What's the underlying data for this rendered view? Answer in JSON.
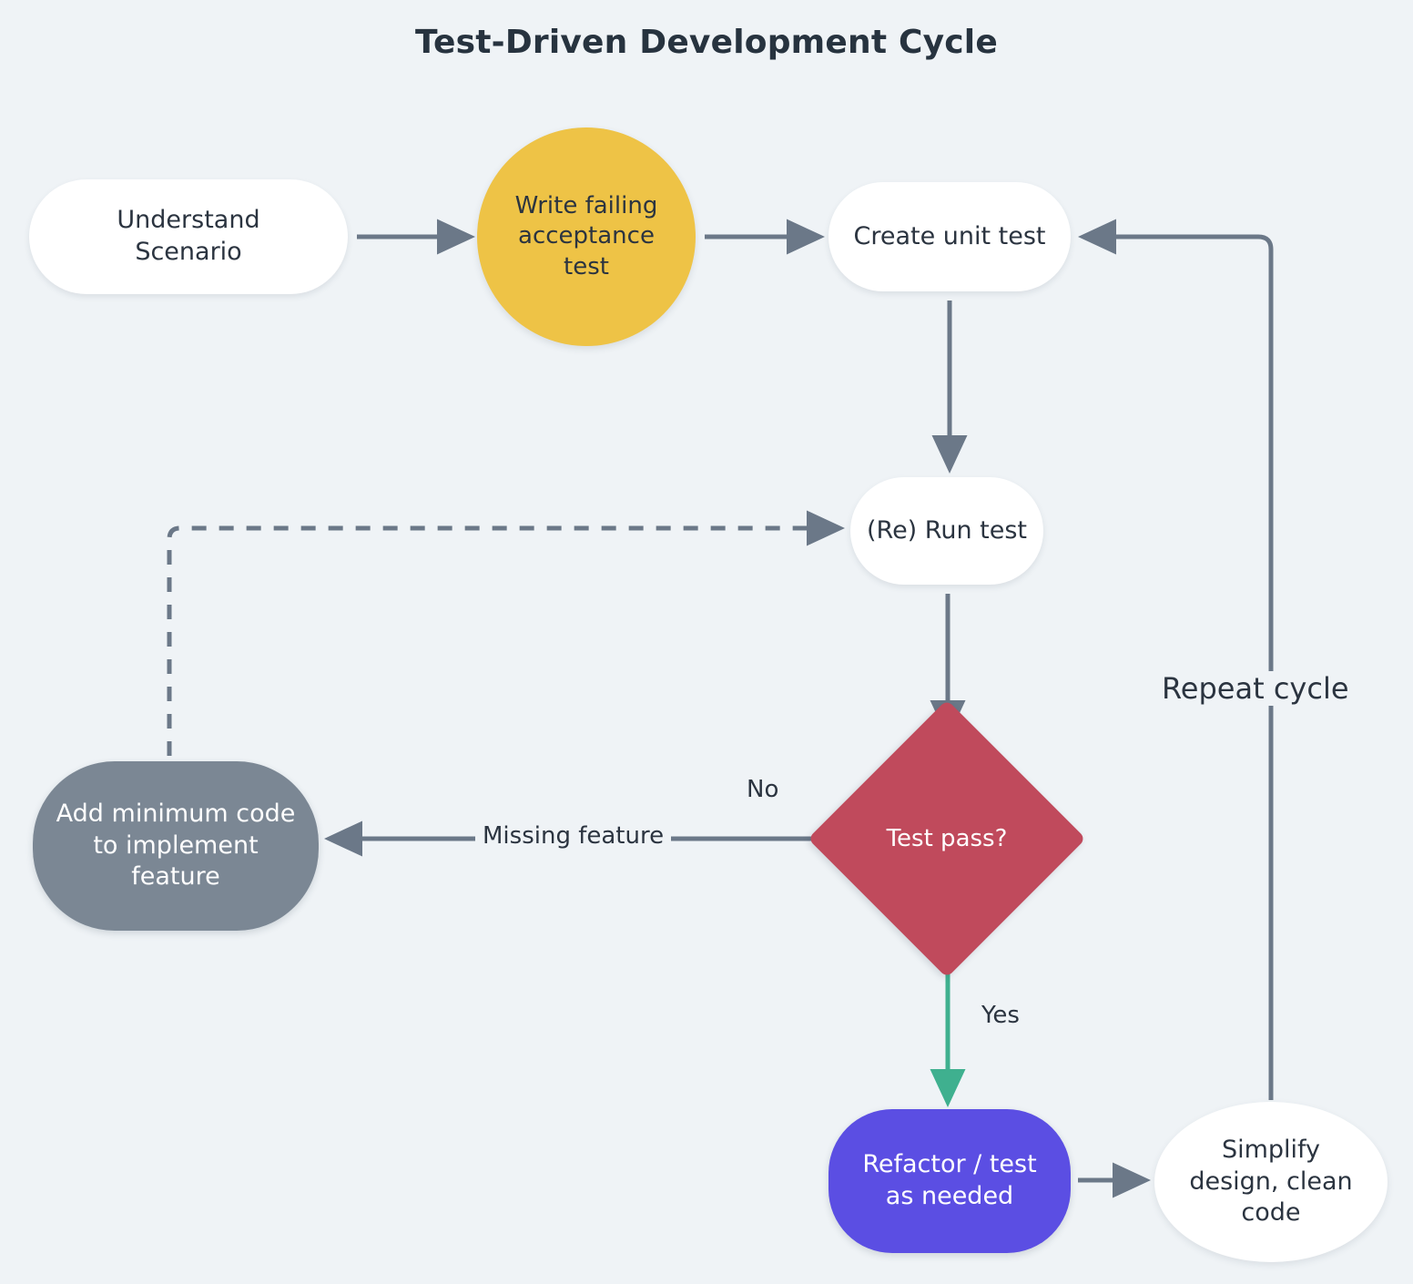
{
  "title": "Test-Driven Development Cycle",
  "background_color": "#eff3f6",
  "nodes": {
    "understand": {
      "label": "Understand\nScenario",
      "shape": "stadium",
      "fill": "#ffffff",
      "text_color": "#2b3440"
    },
    "write": {
      "label": "Write failing\nacceptance\ntest",
      "shape": "circle",
      "fill": "#eec346",
      "text_color": "#2b3440"
    },
    "create_unit": {
      "label": "Create unit test",
      "shape": "stadium",
      "fill": "#ffffff",
      "text_color": "#2b3440"
    },
    "rerun": {
      "label": "(Re) Run test",
      "shape": "stadium",
      "fill": "#ffffff",
      "text_color": "#2b3440"
    },
    "test_pass": {
      "label": "Test pass?",
      "shape": "diamond",
      "fill": "#c04a5c",
      "text_color": "#ffffff"
    },
    "add_minimum": {
      "label": "Add minimum code\nto implement\nfeature",
      "shape": "stadium",
      "fill": "#7b8794",
      "text_color": "#ffffff"
    },
    "refactor": {
      "label": "Refactor / test\nas needed",
      "shape": "stadium",
      "fill": "#5b4ee3",
      "text_color": "#ffffff"
    },
    "simplify": {
      "label": "Simplify\ndesign, clean\ncode",
      "shape": "ellipse",
      "fill": "#ffffff",
      "text_color": "#2b3440"
    }
  },
  "edge_labels": {
    "no": "No",
    "missing_feature": "Missing feature",
    "yes": "Yes",
    "repeat_cycle": "Repeat cycle"
  },
  "edges": [
    {
      "from": "understand",
      "to": "write",
      "style": "solid",
      "color": "#6b7888",
      "label": ""
    },
    {
      "from": "write",
      "to": "create_unit",
      "style": "solid",
      "color": "#6b7888",
      "label": ""
    },
    {
      "from": "create_unit",
      "to": "rerun",
      "style": "solid",
      "color": "#6b7888",
      "label": ""
    },
    {
      "from": "rerun",
      "to": "test_pass",
      "style": "solid",
      "color": "#6b7888",
      "label": ""
    },
    {
      "from": "test_pass",
      "to": "add_minimum",
      "style": "solid",
      "color": "#6b7888",
      "label": "Missing feature / No"
    },
    {
      "from": "add_minimum",
      "to": "rerun",
      "style": "dashed",
      "color": "#6b7888",
      "label": ""
    },
    {
      "from": "test_pass",
      "to": "refactor",
      "style": "solid",
      "color": "#3fb08f",
      "label": "Yes"
    },
    {
      "from": "refactor",
      "to": "simplify",
      "style": "solid",
      "color": "#6b7888",
      "label": ""
    },
    {
      "from": "simplify",
      "to": "create_unit",
      "style": "solid",
      "color": "#6b7888",
      "label": "Repeat cycle"
    }
  ],
  "palette": {
    "line": "#6b7888",
    "green": "#3fb08f",
    "yellow": "#eec346",
    "red": "#c04a5c",
    "slate": "#7b8794",
    "purple": "#5b4ee3",
    "text_dark": "#2b3440"
  }
}
